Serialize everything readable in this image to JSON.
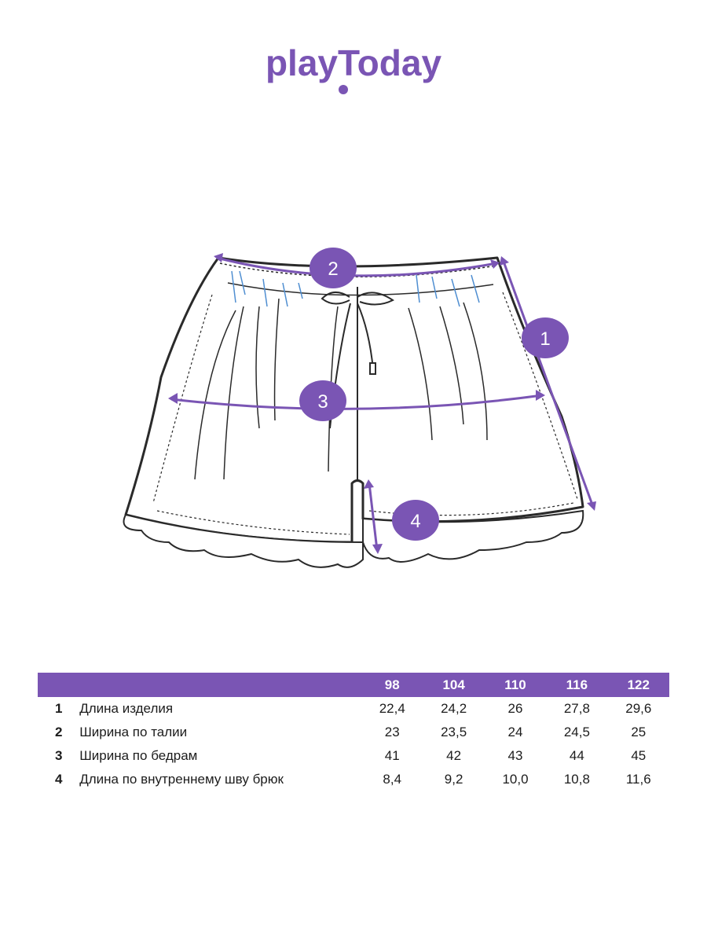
{
  "brand": {
    "name": "playToday",
    "accent_color": "#7a55b4"
  },
  "diagram": {
    "markers": [
      "1",
      "2",
      "3",
      "4"
    ]
  },
  "table": {
    "header_blank": "",
    "sizes": [
      "98",
      "104",
      "110",
      "116",
      "122"
    ],
    "rows": [
      {
        "num": "1",
        "label": "Длина изделия",
        "values": [
          "22,4",
          "24,2",
          "26",
          "27,8",
          "29,6"
        ]
      },
      {
        "num": "2",
        "label": "Ширина по талии",
        "values": [
          "23",
          "23,5",
          "24",
          "24,5",
          "25"
        ]
      },
      {
        "num": "3",
        "label": "Ширина по бедрам",
        "values": [
          "41",
          "42",
          "43",
          "44",
          "45"
        ]
      },
      {
        "num": "4",
        "label": "Длина по внутреннему шву брюк",
        "values": [
          "8,4",
          "9,2",
          "10,0",
          "10,8",
          "11,6"
        ]
      }
    ]
  }
}
